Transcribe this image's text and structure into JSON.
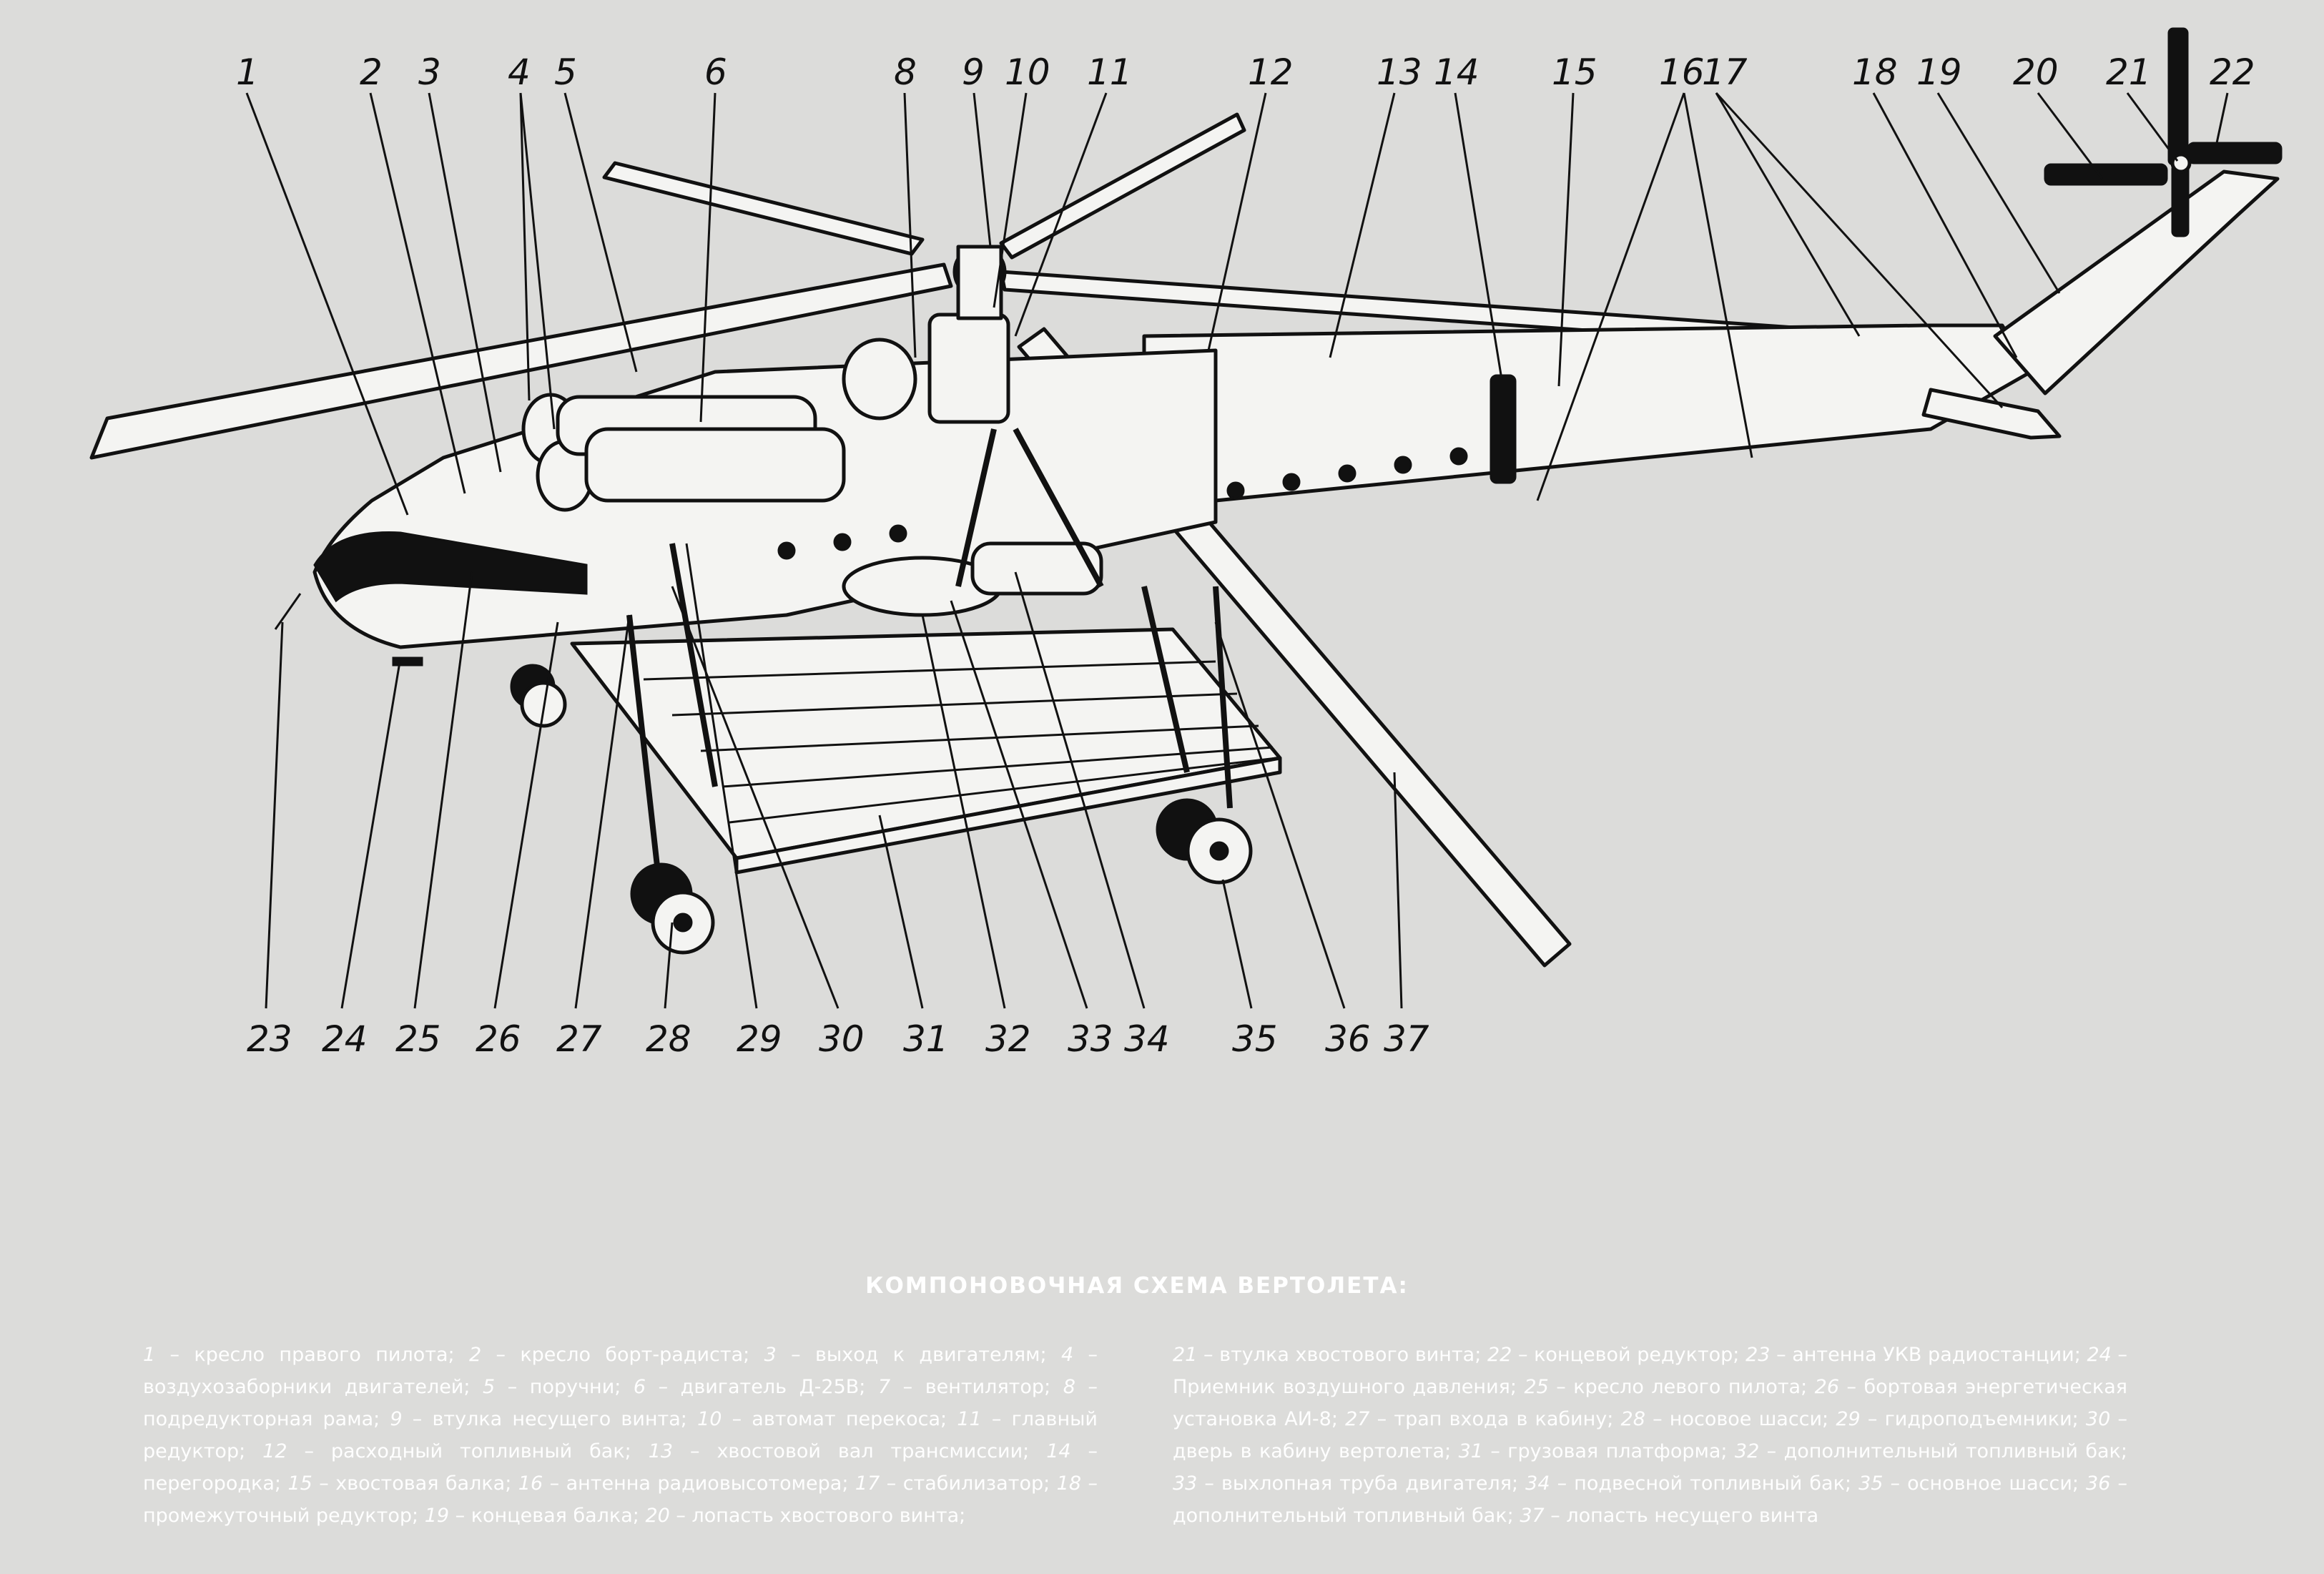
{
  "callouts": [
    "1",
    "2",
    "3",
    "4",
    "5",
    "6",
    "8",
    "9",
    "10",
    "11",
    "12",
    "13",
    "14",
    "15",
    "16",
    "17",
    "18",
    "19",
    "20",
    "21",
    "22",
    "23",
    "24",
    "25",
    "26",
    "27",
    "28",
    "29",
    "30",
    "31",
    "32",
    "33",
    "34",
    "35",
    "36",
    "37"
  ],
  "title": "КОМПОНОВОЧНАЯ СХЕМА ВЕРТОЛЕТА:",
  "legend": {
    "left": [
      {
        "n": "1",
        "t": "кресло правого пилота;"
      },
      {
        "n": "2",
        "t": "кресло борт-радиста;"
      },
      {
        "n": "3",
        "t": "выход к двигателям;"
      },
      {
        "n": "4",
        "t": "воздухозаборники двигателей;"
      },
      {
        "n": "5",
        "t": "поручни;"
      },
      {
        "n": "6",
        "t": "двигатель Д-25В;"
      },
      {
        "n": "7",
        "t": "вентилятор;"
      },
      {
        "n": "8",
        "t": "подредукторная рама;"
      },
      {
        "n": "9",
        "t": "втулка несущего винта;"
      },
      {
        "n": "10",
        "t": "автомат перекоса;"
      },
      {
        "n": "11",
        "t": "главный редуктор;"
      },
      {
        "n": "12",
        "t": "расходный топливный бак;"
      },
      {
        "n": "13",
        "t": "хвостовой вал трансмиссии;"
      },
      {
        "n": "14",
        "t": "перегородка;"
      },
      {
        "n": "15",
        "t": "хвостовая балка;"
      },
      {
        "n": "16",
        "t": "антенна радиовысотомера;"
      },
      {
        "n": "17",
        "t": "стабилизатор;"
      },
      {
        "n": "18",
        "t": "промежуточный редуктор;"
      },
      {
        "n": "19",
        "t": "концевая балка;"
      },
      {
        "n": "20",
        "t": "лопасть хвостового винта;"
      }
    ],
    "right": [
      {
        "n": "21",
        "t": "втулка хвостового винта;"
      },
      {
        "n": "22",
        "t": "концевой редуктор;"
      },
      {
        "n": "23",
        "t": "антенна УКВ радиостанции;"
      },
      {
        "n": "24",
        "t": "Приемник воздушного давления;"
      },
      {
        "n": "25",
        "t": "кресло левого пилота;"
      },
      {
        "n": "26",
        "t": "бортовая энергетическая установка АИ-8;"
      },
      {
        "n": "27",
        "t": "трап входа в кабину;"
      },
      {
        "n": "28",
        "t": "носовое шасси;"
      },
      {
        "n": "29",
        "t": "гидроподъемники;"
      },
      {
        "n": "30",
        "t": "дверь в кабину вертолета;"
      },
      {
        "n": "31",
        "t": "грузовая платформа;"
      },
      {
        "n": "32",
        "t": "дополнительный топливный бак;"
      },
      {
        "n": "33",
        "t": "выхлопная труба двигателя;"
      },
      {
        "n": "34",
        "t": "подвесной топливный бак;"
      },
      {
        "n": "35",
        "t": "основное шасси;"
      },
      {
        "n": "36",
        "t": "дополнительный топливный бак;"
      },
      {
        "n": "37",
        "t": "лопасть несущего винта"
      }
    ]
  }
}
